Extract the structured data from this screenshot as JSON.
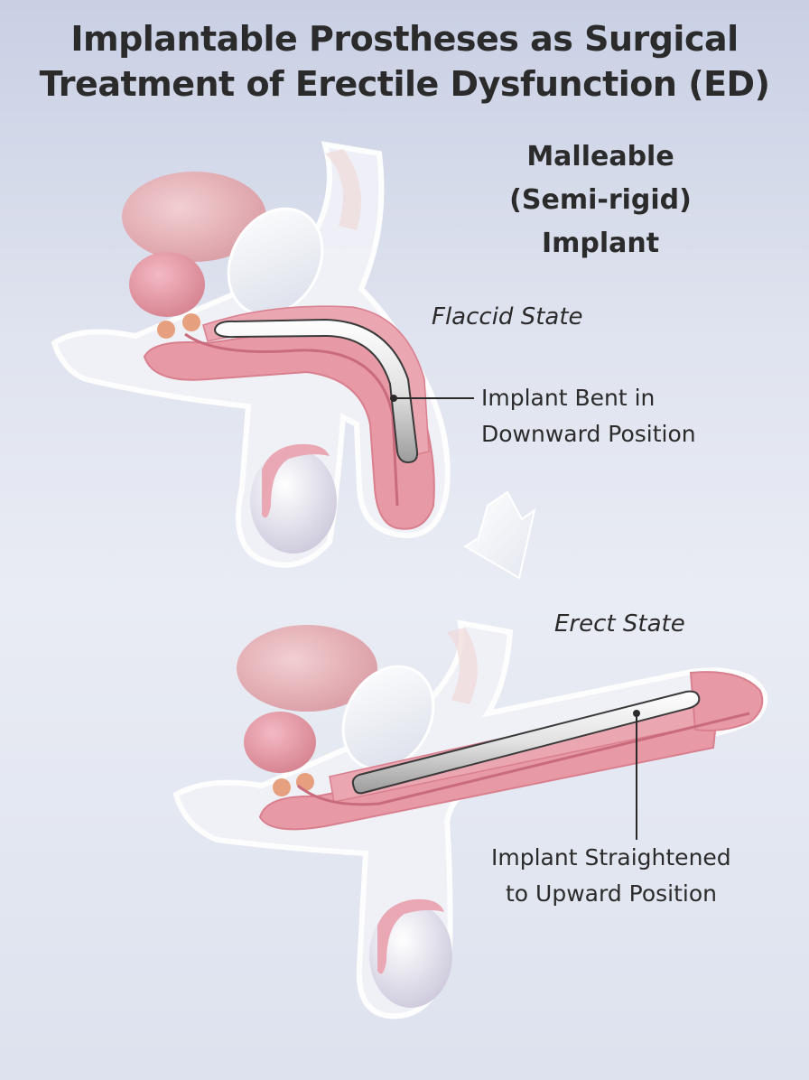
{
  "title": {
    "line1": "Implantable Prostheses as Surgical",
    "line2": "Treatment of Erectile Dysfunction (ED)"
  },
  "implant_type": {
    "line1": "Malleable",
    "line2": "(Semi-rigid)",
    "line3": "Implant"
  },
  "states": {
    "flaccid": {
      "label": "Flaccid State",
      "callout_line1": "Implant Bent in",
      "callout_line2": "Downward Position"
    },
    "erect": {
      "label": "Erect State",
      "callout_line1": "Implant Straightened",
      "callout_line2": "to Upward Position"
    }
  },
  "colors": {
    "tissue_pink": "#e79aa6",
    "body_outline": "#f4f5fa",
    "implant_silver": "#e8e8e8",
    "bladder": "#e7b9bd",
    "prostate": "#e59aaa",
    "testis": "#ecebf4"
  }
}
